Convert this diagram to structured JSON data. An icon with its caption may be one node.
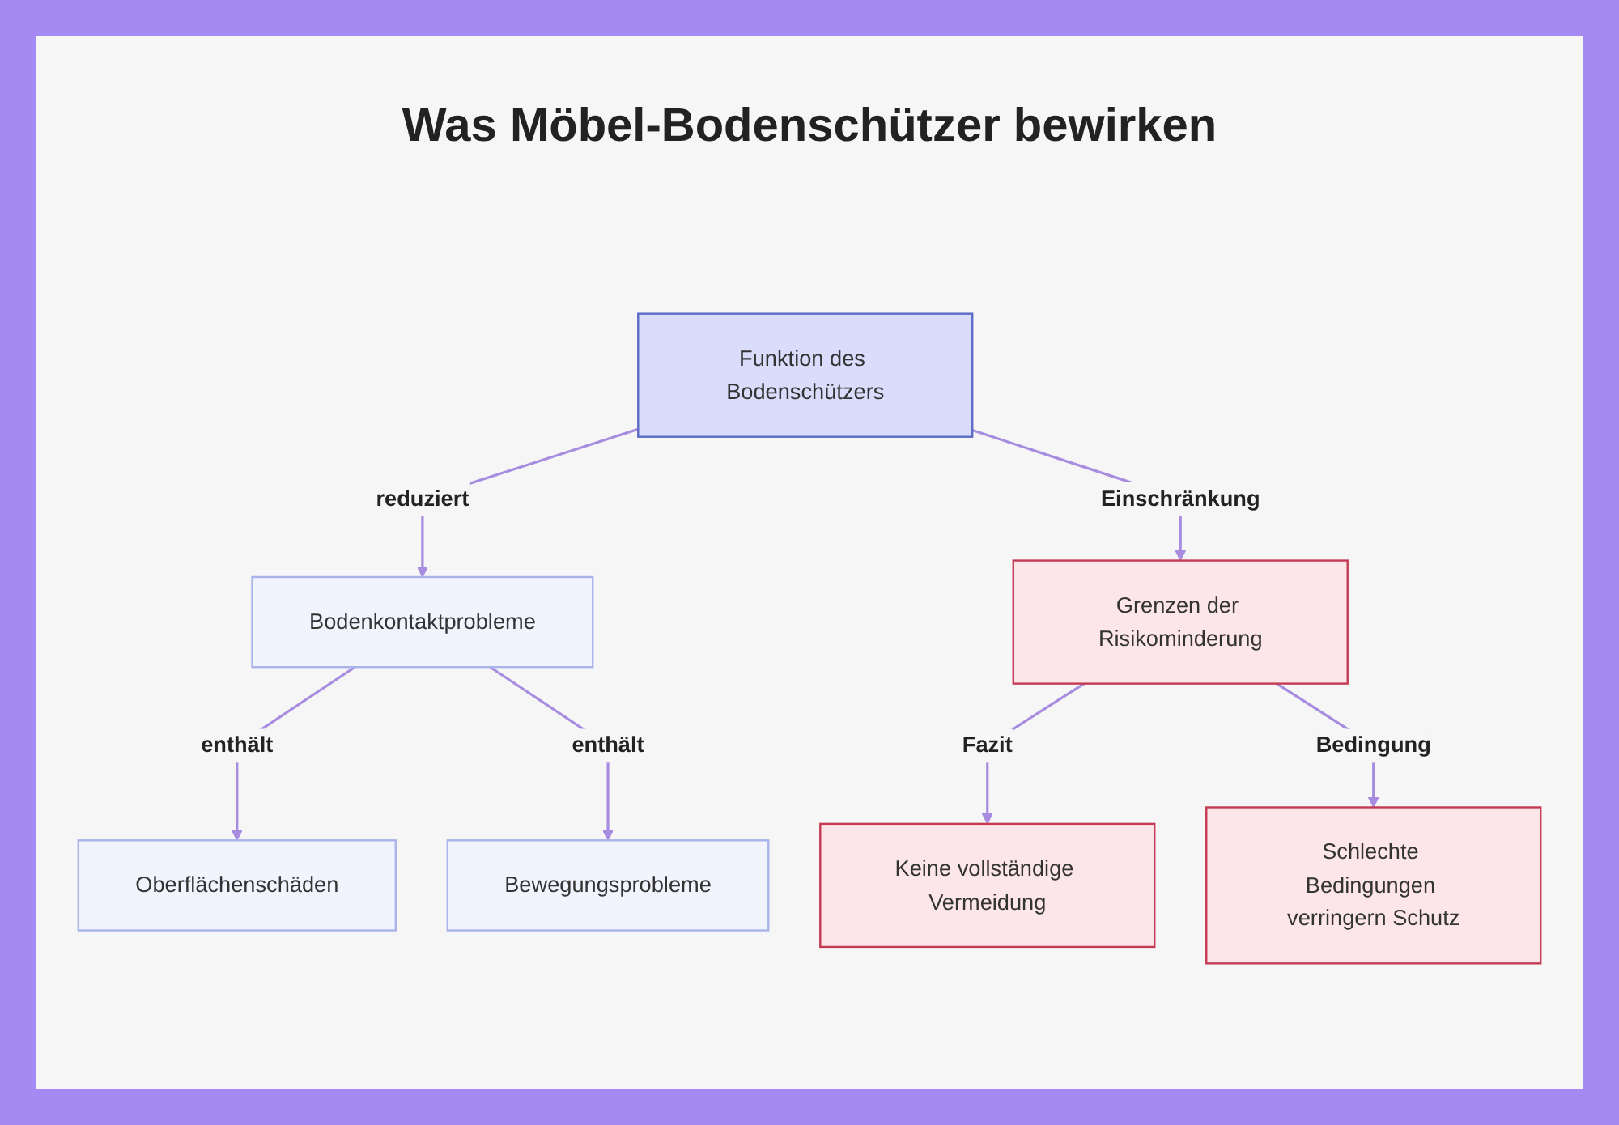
{
  "diagram": {
    "title": "Was Möbel-Bodenschützer bewirken",
    "nodes": [
      {
        "text": [
          "Funktion des Bodenschützers"
        ]
      },
      {
        "text": [
          "Bodenkontaktprobleme"
        ]
      },
      {
        "text": [
          "Grenzen der Risikominderung"
        ]
      },
      {
        "text": [
          "Oberflächenschäden"
        ]
      },
      {
        "text": [
          "Bewegungsprobleme"
        ]
      },
      {
        "text": [
          "Keine vollständige Vermeidung"
        ]
      },
      {
        "text": [
          "Schlechte Bedingungen verringern Schutz"
        ]
      }
    ],
    "edges": [
      {
        "from": 0,
        "to": 1,
        "arrow": "to",
        "label": "reduziert"
      },
      {
        "from": 0,
        "to": 2,
        "arrow": "to",
        "label": "Einschränkung"
      },
      {
        "from": 1,
        "to": 3,
        "arrow": "to",
        "label": "enthält"
      },
      {
        "from": 1,
        "to": 4,
        "arrow": "to",
        "label": "enthält"
      },
      {
        "from": 2,
        "to": 5,
        "arrow": "to",
        "label": "Fazit"
      },
      {
        "from": 2,
        "to": 6,
        "arrow": "to",
        "label": "Bedingung"
      }
    ]
  }
}
